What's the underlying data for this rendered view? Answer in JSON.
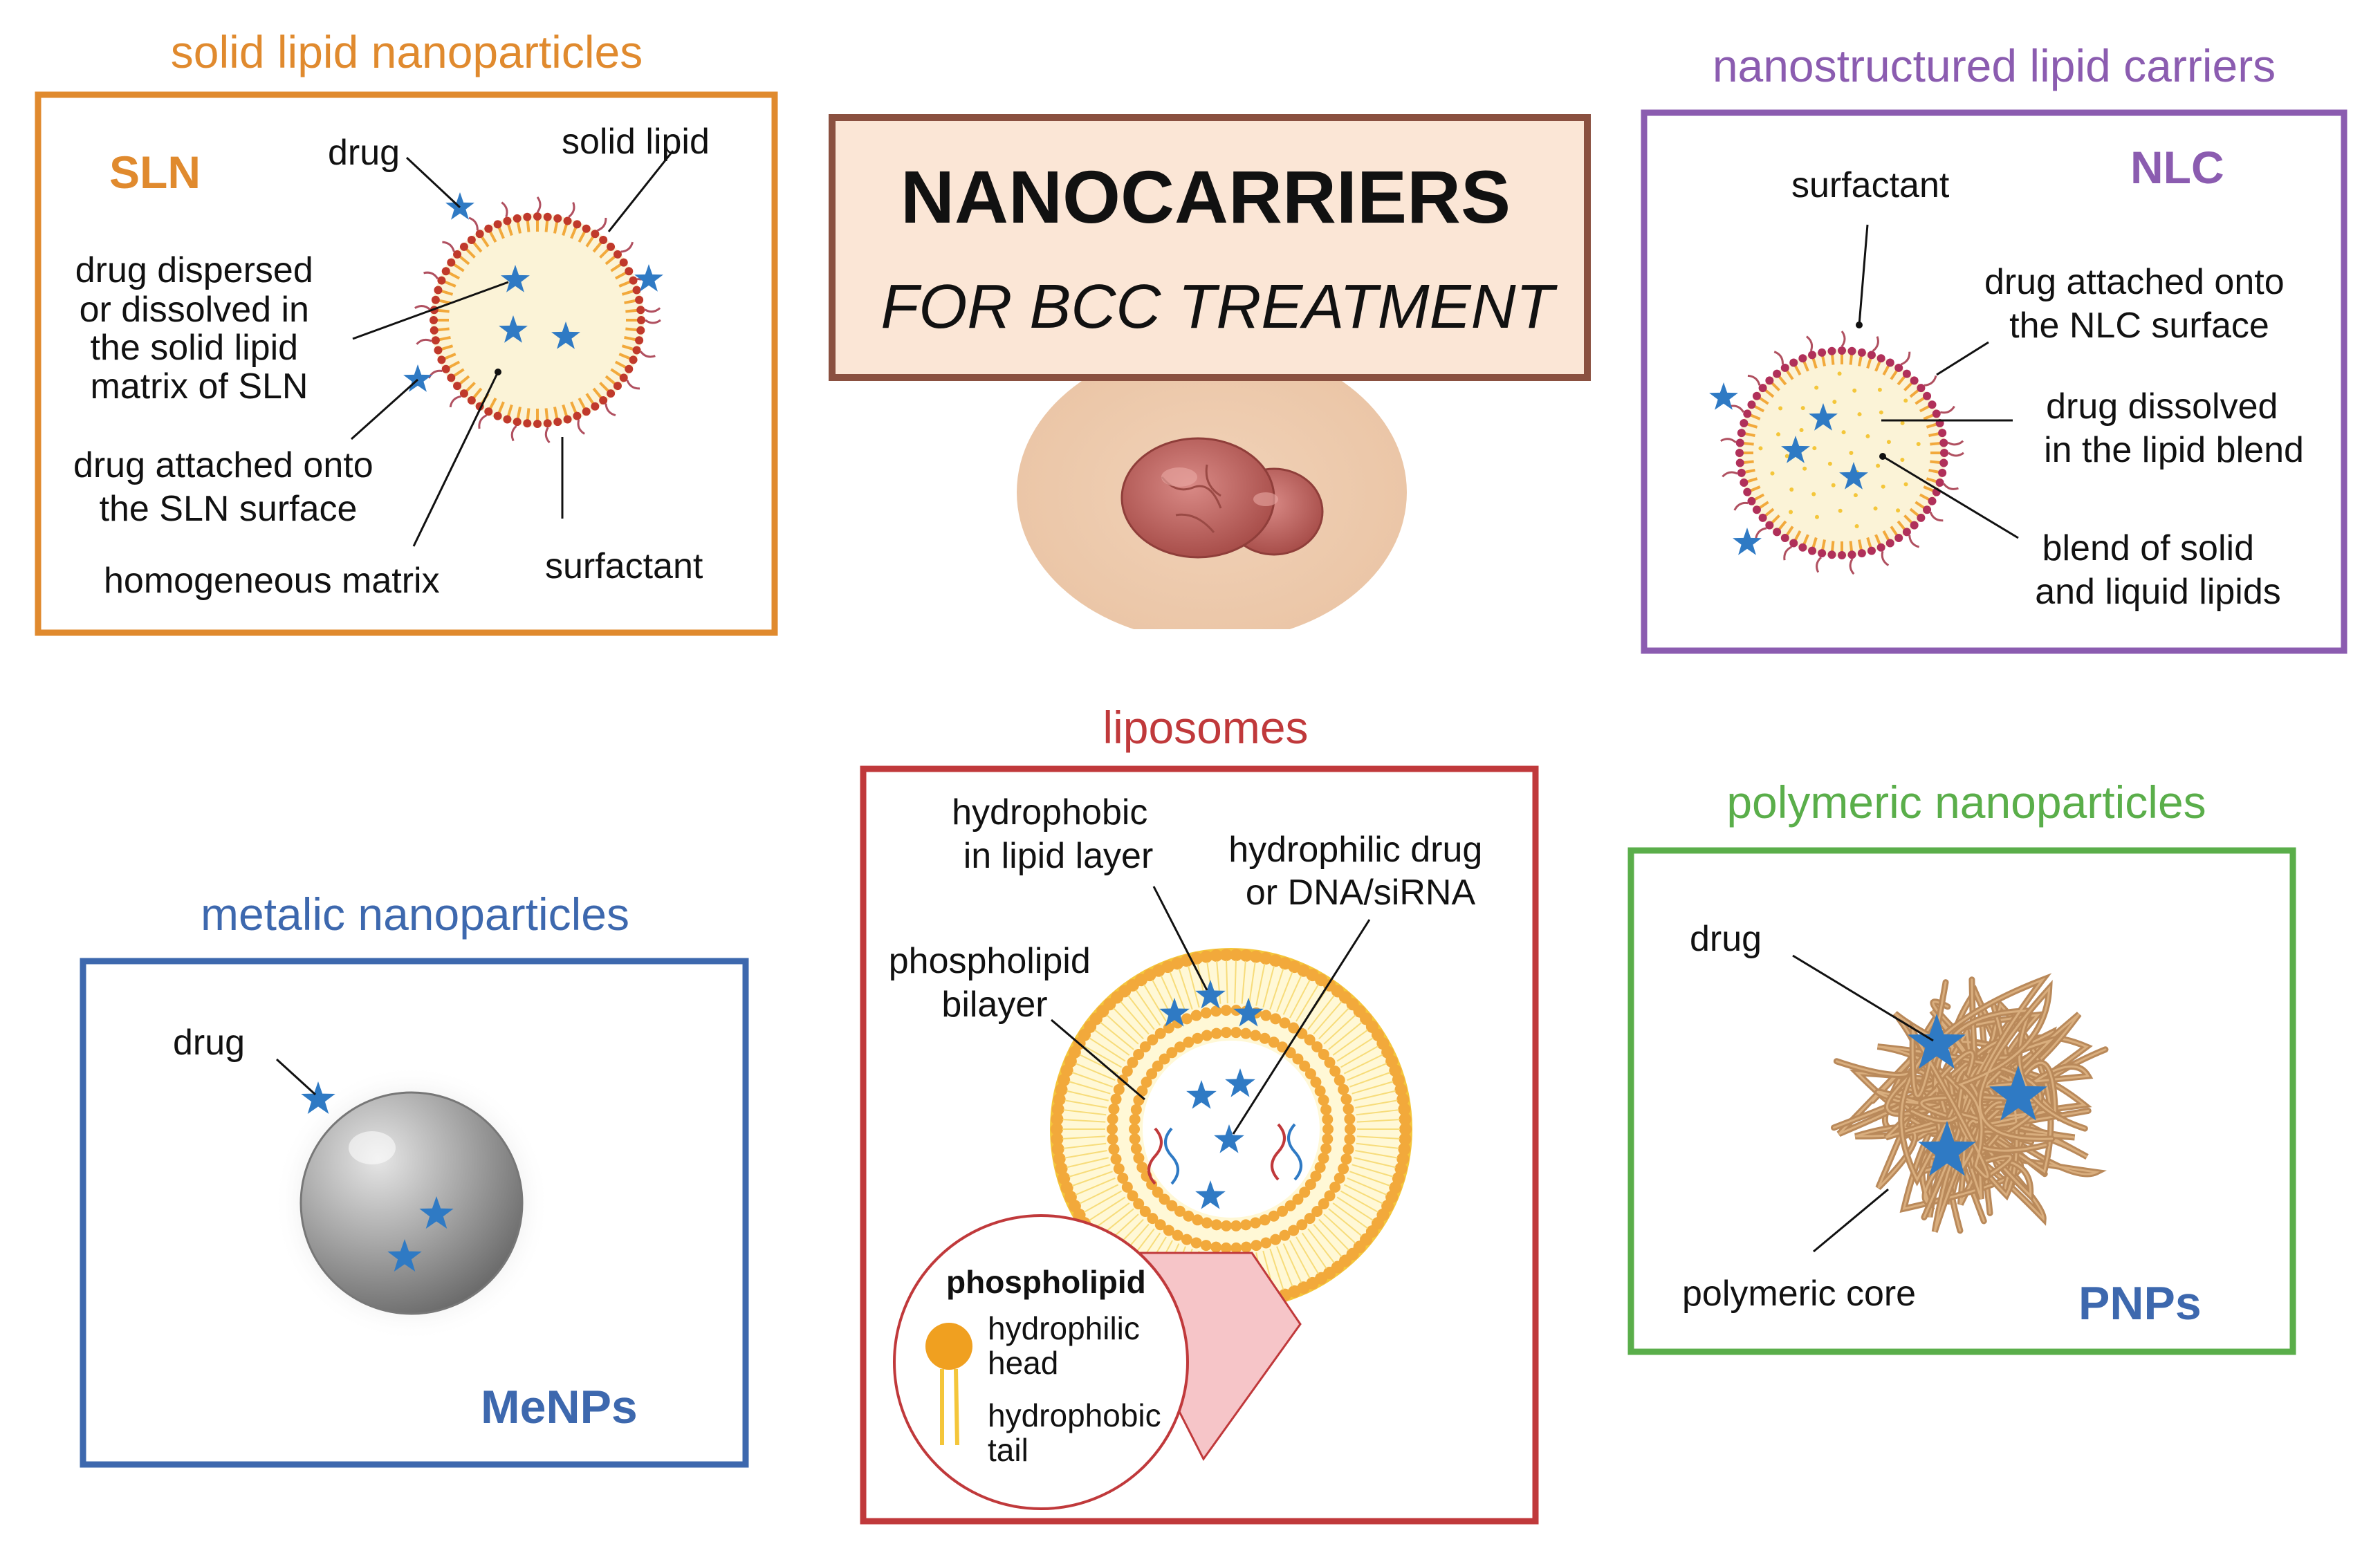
{
  "title": {
    "line1": "NANOCARRIERS",
    "line2": "FOR BCC TREATMENT"
  },
  "colors": {
    "sln": "#E08A2E",
    "nlc": "#8B5CB0",
    "lipo": "#C0393B",
    "poly": "#5AAE4A",
    "metal": "#3D68AE",
    "drug_star": "#2F7AC4",
    "title_bg": "#FBE6D6",
    "title_border": "#8A5040"
  },
  "sln": {
    "heading": "solid lipid nanoparticles",
    "abbr": "SLN",
    "drug": "drug",
    "solid_lipid": "solid lipid",
    "dispersed": [
      "drug dispersed",
      "or dissolved in",
      "the solid lipid",
      "matrix of SLN"
    ],
    "attached": [
      "drug attached onto",
      "the SLN surface"
    ],
    "matrix": "homogeneous matrix",
    "surfactant": "surfactant"
  },
  "nlc": {
    "heading": "nanostructured lipid carriers",
    "abbr": "NLC",
    "surfactant": "surfactant",
    "attached": [
      "drug attached onto",
      "the NLC surface"
    ],
    "dissolved": [
      "drug dissolved",
      "in the lipid blend"
    ],
    "blend": [
      "blend of solid",
      "and liquid lipids"
    ]
  },
  "metal": {
    "heading": "metalic nanoparticles",
    "drug": "drug",
    "abbr": "MeNPs"
  },
  "lipo": {
    "heading": "liposomes",
    "hydrophobic": [
      "hydrophobic",
      "in lipid layer"
    ],
    "hydrophilic": [
      "hydrophilic drug",
      "or DNA/siRNA"
    ],
    "bilayer": [
      "phospholipid",
      "bilayer"
    ],
    "inset_title": "phospholipid",
    "head": [
      "hydrophilic",
      "head"
    ],
    "tail": [
      "hydrophobic",
      "tail"
    ]
  },
  "poly": {
    "heading": "polymeric nanoparticles",
    "drug": "drug",
    "core": "polymeric core",
    "abbr": "PNPs"
  }
}
